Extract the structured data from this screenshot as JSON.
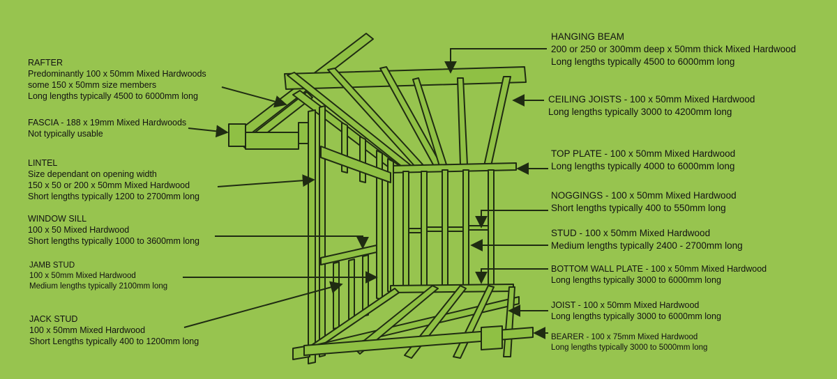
{
  "labels": {
    "rafter": {
      "title": "RAFTER",
      "lines": [
        "Predominantly 100 x 50mm Mixed Hardwoods",
        "some 150 x 50mm size members",
        "Long lengths typically 4500 to 6000mm long"
      ]
    },
    "fascia": {
      "title": "FASCIA - 188 x 19mm Mixed Hardwoods",
      "lines": [
        "Not typically usable"
      ]
    },
    "lintel": {
      "title": "LINTEL",
      "lines": [
        "Size dependant on opening width",
        "150 x 50 or 200 x 50mm Mixed Hardwood",
        "Short lengths typically 1200 to 2700mm long"
      ]
    },
    "window_sill": {
      "title": "WINDOW SILL",
      "lines": [
        "100 x 50 Mixed Hardwood",
        "Short lengths typically 1000 to 3600mm long"
      ]
    },
    "jamb_stud": {
      "title": "JAMB STUD",
      "lines": [
        "100 x 50mm Mixed Hardwood",
        "Medium lengths typically 2100mm long"
      ]
    },
    "jack_stud": {
      "title": "JACK STUD",
      "lines": [
        "100 x 50mm Mixed Hardwood",
        "Short Lengths typically 400 to 1200mm long"
      ]
    },
    "hanging_beam": {
      "title": "HANGING BEAM",
      "lines": [
        "200 or 250 or 300mm deep x 50mm thick Mixed Hardwood",
        "Long lengths typically 4500 to 6000mm long"
      ]
    },
    "ceiling_joists": {
      "title": "CEILING JOISTS - 100 x 50mm Mixed Hardwood",
      "lines": [
        "Long lengths typically 3000 to 4200mm long"
      ]
    },
    "top_plate": {
      "title": "TOP PLATE - 100 x 50mm Mixed Hardwood",
      "lines": [
        "Long lengths typically 4000 to 6000mm long"
      ]
    },
    "noggings": {
      "title": "NOGGINGS - 100 x 50mm Mixed Hardwood",
      "lines": [
        "Short lengths typically 400 to 550mm long"
      ]
    },
    "stud": {
      "title": "STUD - 100 x 50mm Mixed Hardwood",
      "lines": [
        "Medium lengths typically 2400 - 2700mm long"
      ]
    },
    "bottom_wall_plate": {
      "title": "BOTTOM WALL PLATE - 100 x 50mm Mixed Hardwood",
      "lines": [
        "Long lengths typically 3000 to 6000mm long"
      ]
    },
    "joist": {
      "title": "JOIST - 100 x 50mm Mixed Hardwood",
      "lines": [
        "Long lengths typically 3000 to 6000mm long"
      ]
    },
    "bearer": {
      "title": "BEARER - 100 x 75mm Mixed Hardwood",
      "lines": [
        "Long lengths typically 3000 to 5000mm long"
      ]
    }
  },
  "colors": {
    "background": "#97c44f",
    "timber": "#8fc044",
    "outline": "#1f2b12",
    "text": "#111111"
  }
}
